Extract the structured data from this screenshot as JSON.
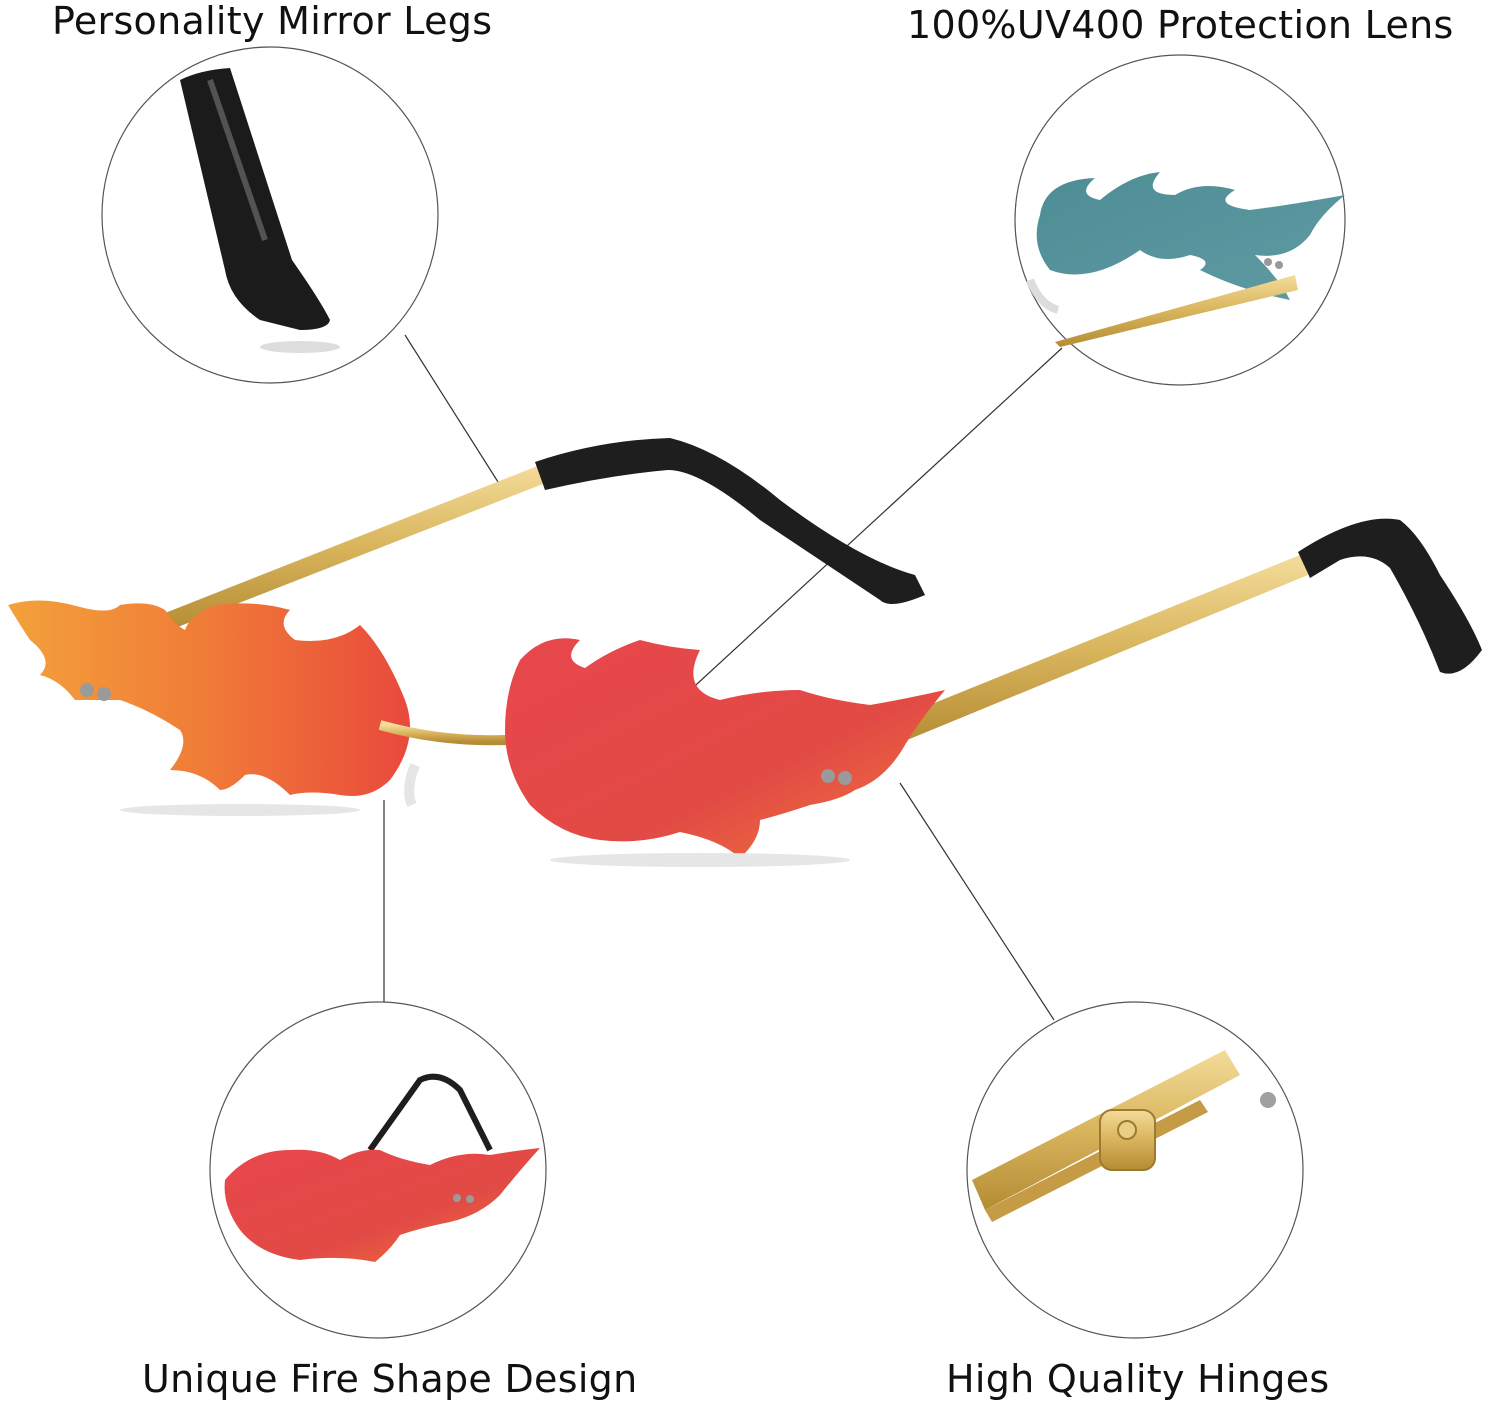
{
  "captions": {
    "legs": "Personality Mirror Legs",
    "lens": "100%UV400 Protection Lens",
    "fire": "Unique Fire Shape Design",
    "hinges": "High Quality Hinges"
  }
}
